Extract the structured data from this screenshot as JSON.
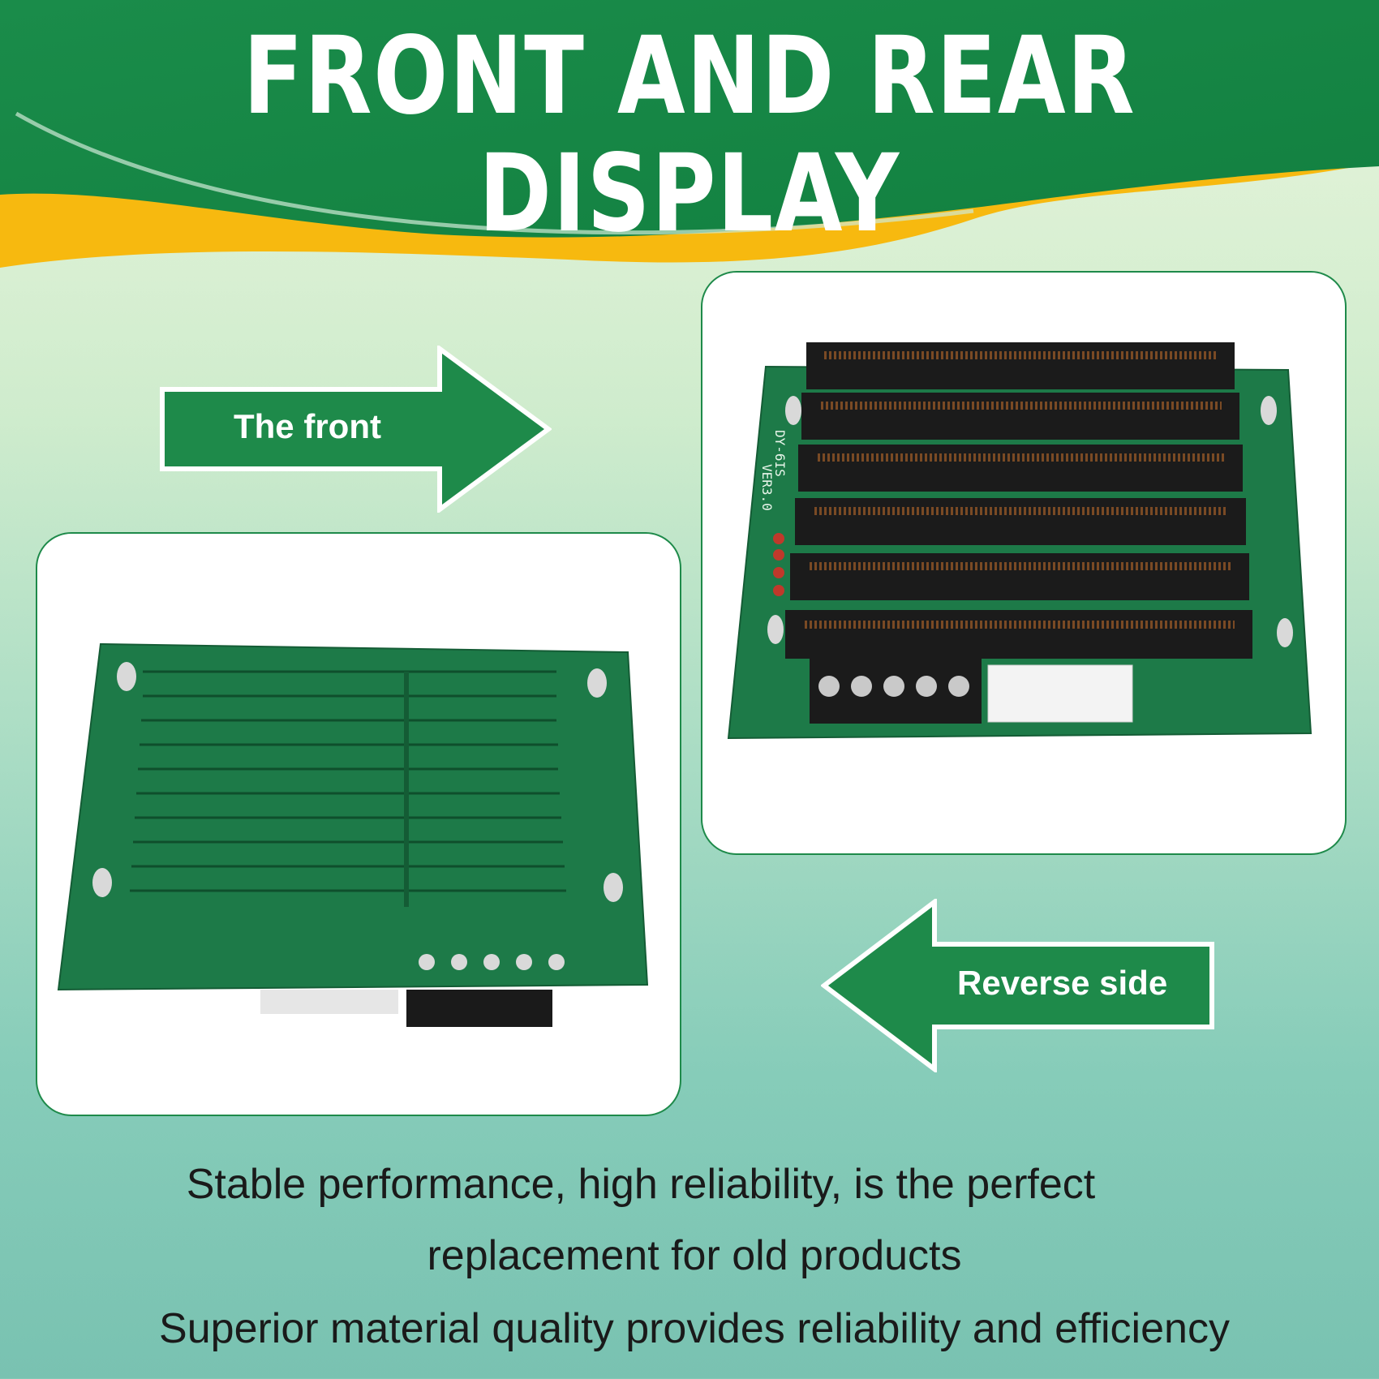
{
  "header": {
    "title": "FRONT AND REAR DISPLAY"
  },
  "labels": {
    "front": "The front",
    "reverse": "Reverse side"
  },
  "captions": [
    "Stable performance, high reliability, is the perfect",
    "replacement for old products",
    "Superior material quality provides reliability and efficiency"
  ],
  "board_markings": {
    "model": "DY-6IS",
    "version": "VER3.0"
  },
  "colors": {
    "brand_green": "#1e8a4a",
    "accent_yellow": "#f7b90f",
    "pcb_green": "#1d7a48",
    "caption_text": "#1a1a1a"
  },
  "icons": [
    "right-arrow-icon",
    "left-arrow-icon"
  ]
}
